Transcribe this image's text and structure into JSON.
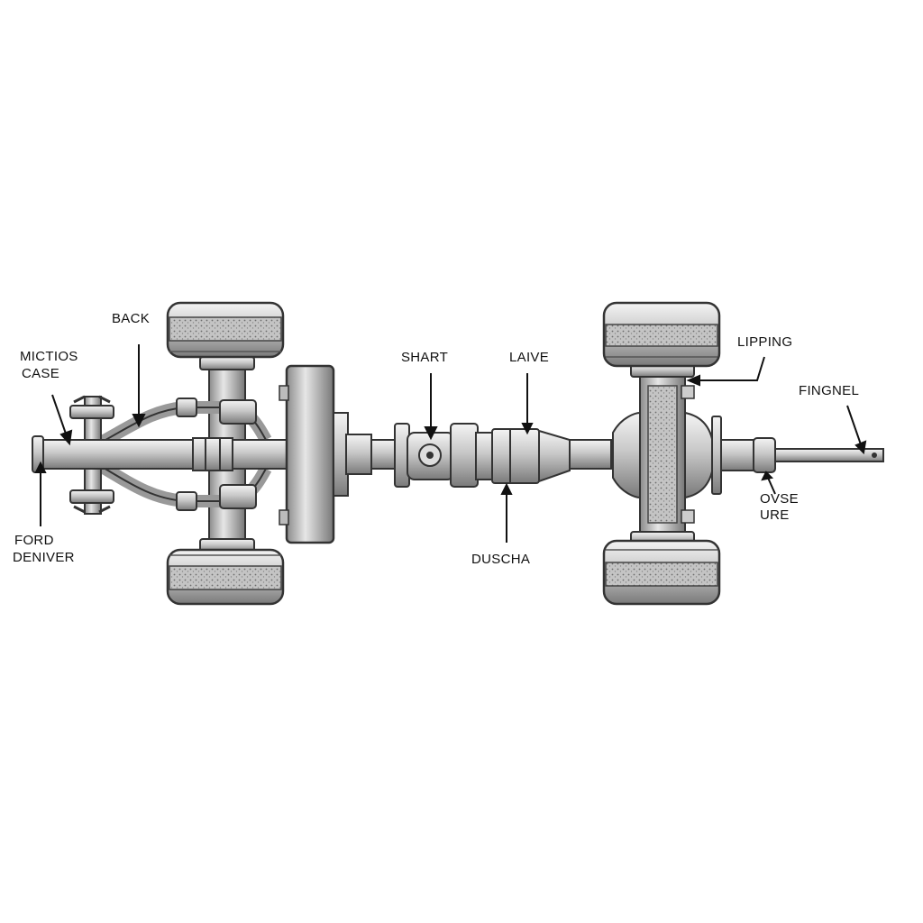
{
  "labels": {
    "back": "BACK",
    "mictios_case_1": "MICTIOS",
    "mictios_case_2": "CASE",
    "ford_deniver_1": "FORD",
    "ford_deniver_2": "DENIVER",
    "shart": "SHART",
    "laive": "LAIVE",
    "duscha": "DUSCHA",
    "lipping": "LIPPING",
    "fingnel": "FINGNEL",
    "ovse_ure_1": "OVSE",
    "ovse_ure_2": "URE"
  }
}
